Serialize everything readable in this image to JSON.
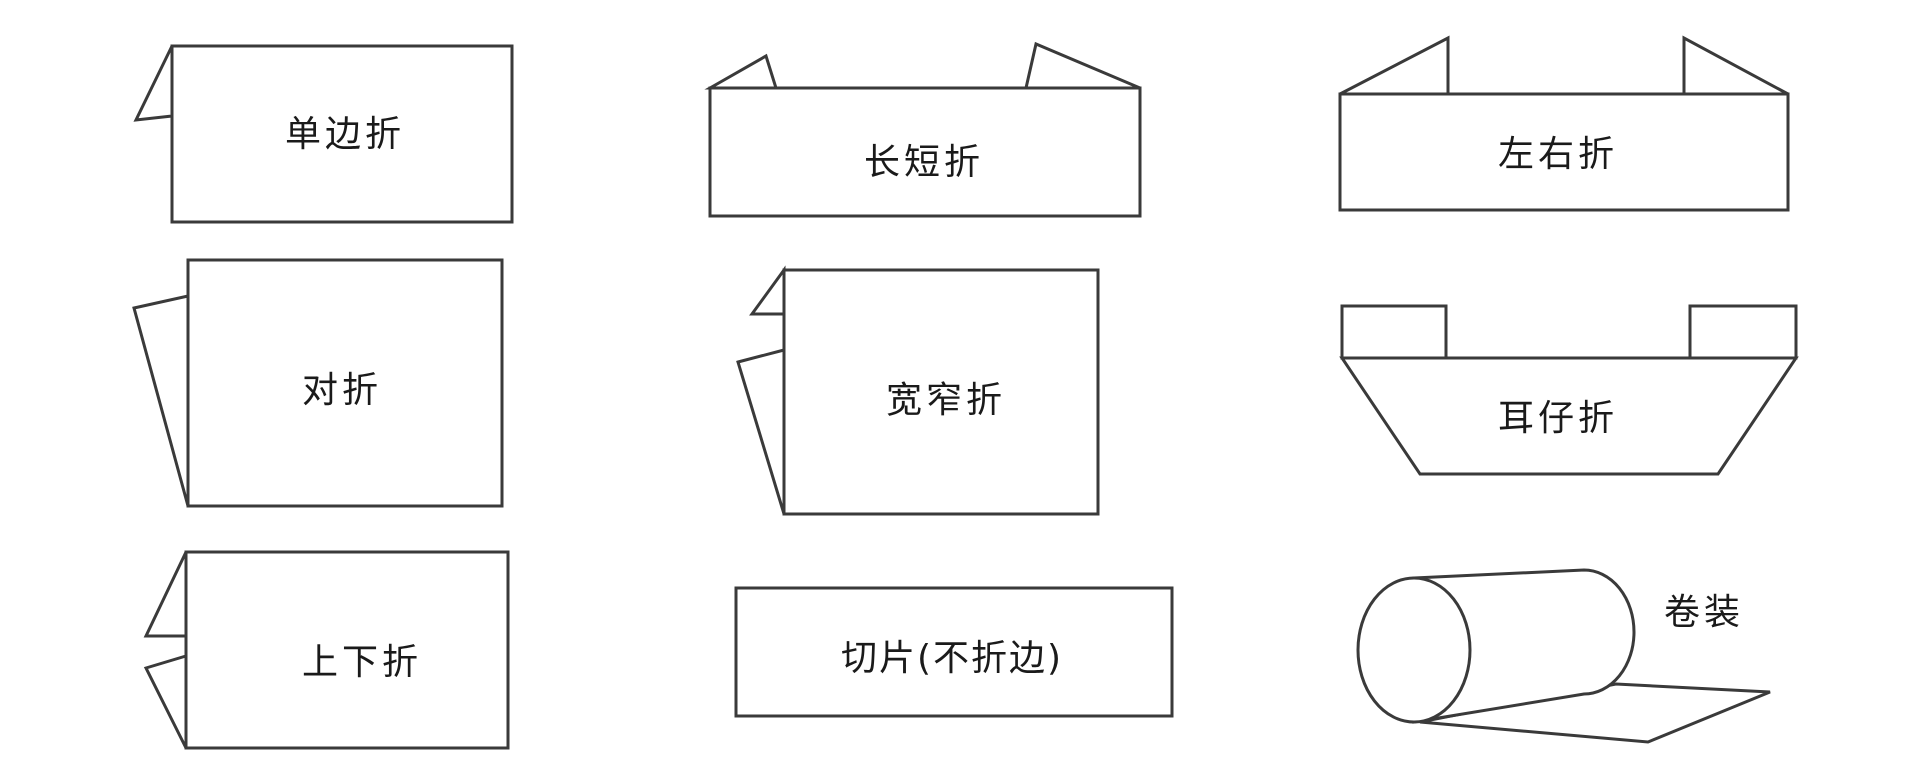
{
  "diagram": {
    "labels": {
      "single_edge_fold": "单边折",
      "long_short_fold": "长短折",
      "left_right_fold": "左右折",
      "half_fold": "对折",
      "wide_narrow_fold": "宽窄折",
      "ear_fold": "耳仔折",
      "top_bottom_fold": "上下折",
      "cut_sheet": "切片(不折边)",
      "roll": "卷装"
    }
  }
}
